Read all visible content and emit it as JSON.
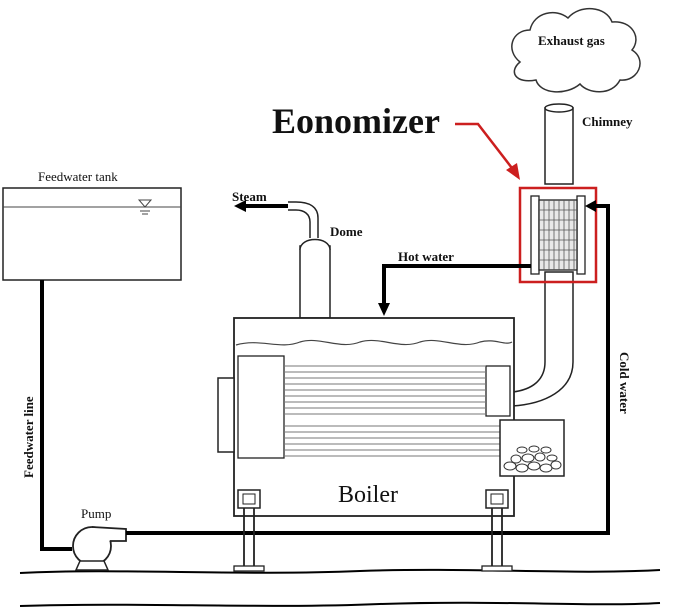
{
  "labels": {
    "exhaust_gas": "Exhaust gas",
    "economizer": "Eonomizer",
    "chimney": "Chimney",
    "feedwater_tank": "Feedwater tank",
    "steam": "Steam",
    "dome": "Dome",
    "hot_water": "Hot water",
    "cold_water": "Cold water",
    "feedwater_line": "Feedwater line",
    "pump": "Pump",
    "boiler": "Boiler"
  },
  "colors": {
    "highlight": "#cc1f1f",
    "line": "#000000"
  }
}
